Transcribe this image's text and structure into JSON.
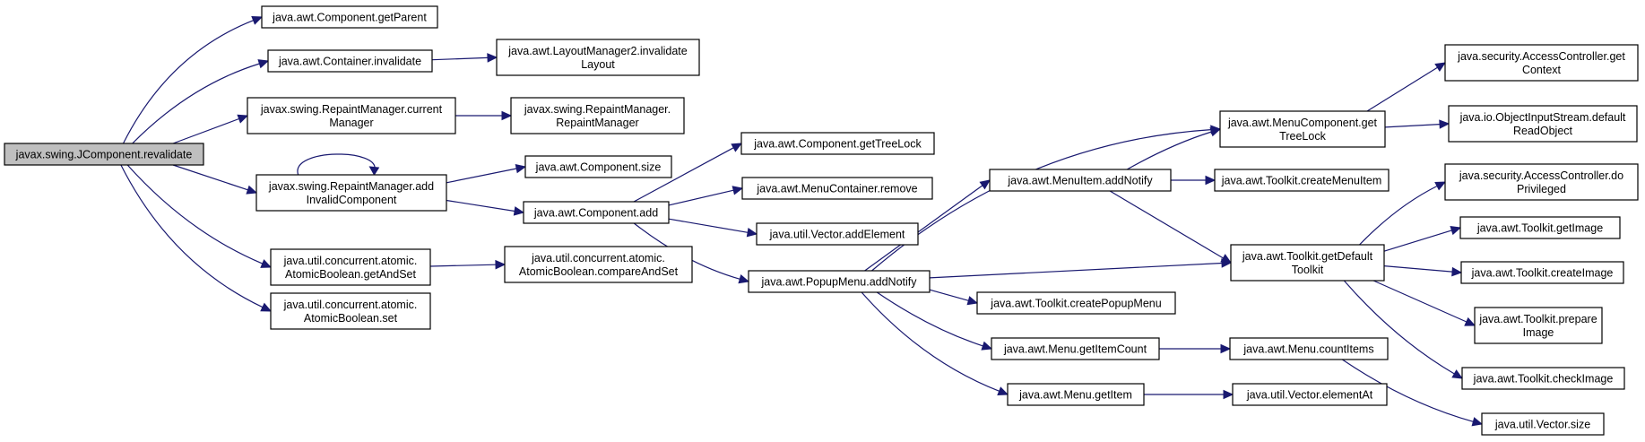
{
  "colors": {
    "edge": "#191970",
    "root_fill": "#bfbfbf",
    "node_fill": "#ffffff",
    "node_border": "#000000"
  },
  "nodes": [
    {
      "id": "revalidate",
      "lines": [
        "javax.swing.JComponent.revalidate"
      ],
      "root": true
    },
    {
      "id": "getParent",
      "lines": [
        "java.awt.Component.getParent"
      ]
    },
    {
      "id": "invalidate",
      "lines": [
        "java.awt.Container.invalidate"
      ]
    },
    {
      "id": "invalidateLayout",
      "lines": [
        "java.awt.LayoutManager2.invalidate",
        "Layout"
      ]
    },
    {
      "id": "currentManager",
      "lines": [
        "javax.swing.RepaintManager.current",
        "Manager"
      ]
    },
    {
      "id": "repaintManagerCtor",
      "lines": [
        "javax.swing.RepaintManager.",
        "RepaintManager"
      ]
    },
    {
      "id": "addInvalid",
      "lines": [
        "javax.swing.RepaintManager.add",
        "InvalidComponent"
      ]
    },
    {
      "id": "size",
      "lines": [
        "java.awt.Component.size"
      ]
    },
    {
      "id": "compAdd",
      "lines": [
        "java.awt.Component.add"
      ]
    },
    {
      "id": "getAndSet",
      "lines": [
        "java.util.concurrent.atomic.",
        "AtomicBoolean.getAndSet"
      ]
    },
    {
      "id": "compareAndSet",
      "lines": [
        "java.util.concurrent.atomic.",
        "AtomicBoolean.compareAndSet"
      ]
    },
    {
      "id": "abSet",
      "lines": [
        "java.util.concurrent.atomic.",
        "AtomicBoolean.set"
      ]
    },
    {
      "id": "getTreeLock",
      "lines": [
        "java.awt.Component.getTreeLock"
      ]
    },
    {
      "id": "mcRemove",
      "lines": [
        "java.awt.MenuContainer.remove"
      ]
    },
    {
      "id": "addElement",
      "lines": [
        "java.util.Vector.addElement"
      ]
    },
    {
      "id": "popupAddNotify",
      "lines": [
        "java.awt.PopupMenu.addNotify"
      ]
    },
    {
      "id": "menuItemAddNotify",
      "lines": [
        "java.awt.MenuItem.addNotify"
      ]
    },
    {
      "id": "createPopupMenu",
      "lines": [
        "java.awt.Toolkit.createPopupMenu"
      ]
    },
    {
      "id": "getItemCount",
      "lines": [
        "java.awt.Menu.getItemCount"
      ]
    },
    {
      "id": "getItem",
      "lines": [
        "java.awt.Menu.getItem"
      ]
    },
    {
      "id": "mcGetTreeLock",
      "lines": [
        "java.awt.MenuComponent.get",
        "TreeLock"
      ]
    },
    {
      "id": "createMenuItem",
      "lines": [
        "java.awt.Toolkit.createMenuItem"
      ]
    },
    {
      "id": "getDefaultToolkit",
      "lines": [
        "java.awt.Toolkit.getDefault",
        "Toolkit"
      ]
    },
    {
      "id": "countItems",
      "lines": [
        "java.awt.Menu.countItems"
      ]
    },
    {
      "id": "elementAt",
      "lines": [
        "java.util.Vector.elementAt"
      ]
    },
    {
      "id": "getContext",
      "lines": [
        "java.security.AccessController.get",
        "Context"
      ]
    },
    {
      "id": "defaultReadObject",
      "lines": [
        "java.io.ObjectInputStream.default",
        "ReadObject"
      ]
    },
    {
      "id": "doPrivileged",
      "lines": [
        "java.security.AccessController.do",
        "Privileged"
      ]
    },
    {
      "id": "getImage",
      "lines": [
        "java.awt.Toolkit.getImage"
      ]
    },
    {
      "id": "createImage",
      "lines": [
        "java.awt.Toolkit.createImage"
      ]
    },
    {
      "id": "prepareImage",
      "lines": [
        "java.awt.Toolkit.prepare",
        "Image"
      ]
    },
    {
      "id": "checkImage",
      "lines": [
        "java.awt.Toolkit.checkImage"
      ]
    },
    {
      "id": "vectorSize",
      "lines": [
        "java.util.Vector.size"
      ]
    }
  ],
  "edges": [
    {
      "from": "revalidate",
      "to": "getParent"
    },
    {
      "from": "revalidate",
      "to": "invalidate"
    },
    {
      "from": "revalidate",
      "to": "currentManager"
    },
    {
      "from": "revalidate",
      "to": "addInvalid"
    },
    {
      "from": "revalidate",
      "to": "getAndSet"
    },
    {
      "from": "revalidate",
      "to": "abSet"
    },
    {
      "from": "invalidate",
      "to": "invalidateLayout"
    },
    {
      "from": "currentManager",
      "to": "repaintManagerCtor"
    },
    {
      "from": "addInvalid",
      "to": "addInvalid"
    },
    {
      "from": "addInvalid",
      "to": "size"
    },
    {
      "from": "addInvalid",
      "to": "compAdd"
    },
    {
      "from": "getAndSet",
      "to": "compareAndSet"
    },
    {
      "from": "compAdd",
      "to": "getTreeLock"
    },
    {
      "from": "compAdd",
      "to": "mcRemove"
    },
    {
      "from": "compAdd",
      "to": "addElement"
    },
    {
      "from": "compAdd",
      "to": "popupAddNotify"
    },
    {
      "from": "popupAddNotify",
      "to": "mcGetTreeLock"
    },
    {
      "from": "popupAddNotify",
      "to": "menuItemAddNotify"
    },
    {
      "from": "popupAddNotify",
      "to": "getDefaultToolkit"
    },
    {
      "from": "popupAddNotify",
      "to": "createPopupMenu"
    },
    {
      "from": "popupAddNotify",
      "to": "getItemCount"
    },
    {
      "from": "popupAddNotify",
      "to": "getItem"
    },
    {
      "from": "menuItemAddNotify",
      "to": "mcGetTreeLock"
    },
    {
      "from": "menuItemAddNotify",
      "to": "createMenuItem"
    },
    {
      "from": "menuItemAddNotify",
      "to": "getDefaultToolkit"
    },
    {
      "from": "getItemCount",
      "to": "countItems"
    },
    {
      "from": "getItem",
      "to": "elementAt"
    },
    {
      "from": "mcGetTreeLock",
      "to": "getContext"
    },
    {
      "from": "mcGetTreeLock",
      "to": "defaultReadObject"
    },
    {
      "from": "getDefaultToolkit",
      "to": "doPrivileged"
    },
    {
      "from": "getDefaultToolkit",
      "to": "getImage"
    },
    {
      "from": "getDefaultToolkit",
      "to": "createImage"
    },
    {
      "from": "getDefaultToolkit",
      "to": "prepareImage"
    },
    {
      "from": "getDefaultToolkit",
      "to": "checkImage"
    },
    {
      "from": "countItems",
      "to": "vectorSize"
    }
  ]
}
